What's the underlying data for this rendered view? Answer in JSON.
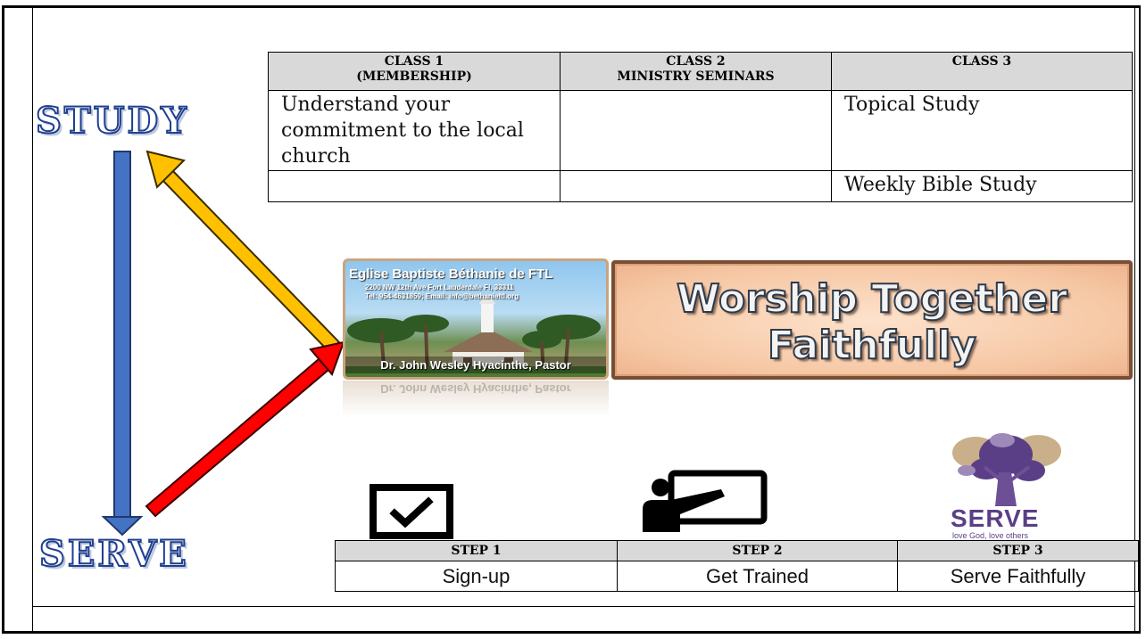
{
  "labels": {
    "study": "STUDY",
    "serve": "SERVE"
  },
  "classes_table": {
    "headers": [
      "CLASS 1\n(MEMBERSHIP)",
      "CLASS 2\nMINISTRY SEMINARS",
      "CLASS 3"
    ],
    "rows": [
      [
        "Understand your commitment to the local church",
        "",
        "Topical Study"
      ],
      [
        "",
        "",
        "Weekly Bible Study"
      ]
    ]
  },
  "church_photo": {
    "name": "Eglise Baptiste Béthanie de FTL",
    "address": "2200 NW 12th Ave Fort Lauderdale Fl, 33311",
    "contact": "Tel: 954-4631859; Email: info@bethanieftl.org",
    "pastor": "Dr. John Wesley Hyacinthe, Pastor"
  },
  "worship_banner": {
    "line1": "Worship Together",
    "line2": "Faithfully"
  },
  "steps_table": {
    "headers": [
      "STEP 1",
      "STEP 2",
      "STEP 3"
    ],
    "values": [
      "Sign-up",
      "Get Trained",
      "Serve Faithfully"
    ]
  },
  "serve_logo": {
    "word": "SERVE",
    "tagline": "love God, love others"
  },
  "icons": [
    "checkbox-icon",
    "teacher-whiteboard-icon",
    "serve-tree-logo"
  ],
  "colors": {
    "arrow_down": "#4472c4",
    "arrow_up": "#ffc000",
    "arrow_serve": "#ff0000",
    "header_fill": "#d9d9d9",
    "word_outline": "#1f3f8f"
  }
}
